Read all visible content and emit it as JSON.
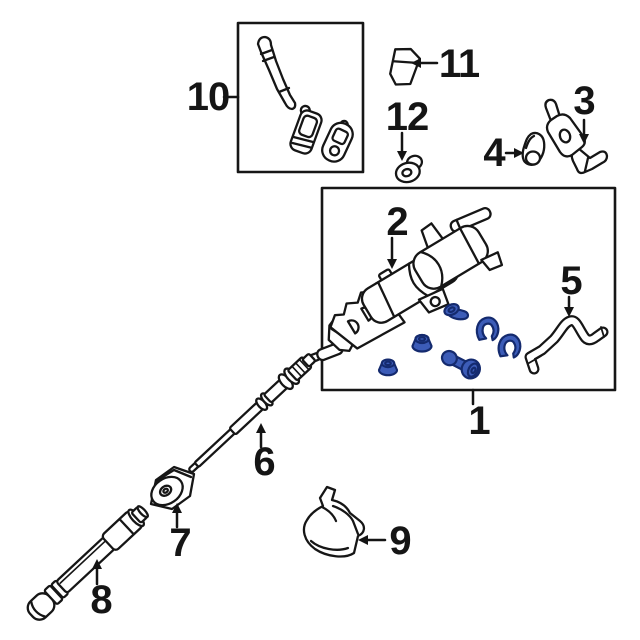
{
  "diagram": {
    "kind": "exploded-parts-diagram",
    "background_color": "#ffffff",
    "line_color": "#161616",
    "highlight_fill_color": "#3c5cb8",
    "highlight_stroke_color": "#142a6e"
  },
  "callouts": {
    "c1": {
      "label": "1"
    },
    "c2": {
      "label": "2"
    },
    "c3": {
      "label": "3"
    },
    "c4": {
      "label": "4"
    },
    "c5": {
      "label": "5"
    },
    "c6": {
      "label": "6"
    },
    "c7": {
      "label": "7"
    },
    "c8": {
      "label": "8"
    },
    "c9": {
      "label": "9"
    },
    "c10": {
      "label": "10"
    },
    "c11": {
      "label": "11"
    },
    "c12": {
      "label": "12"
    }
  }
}
